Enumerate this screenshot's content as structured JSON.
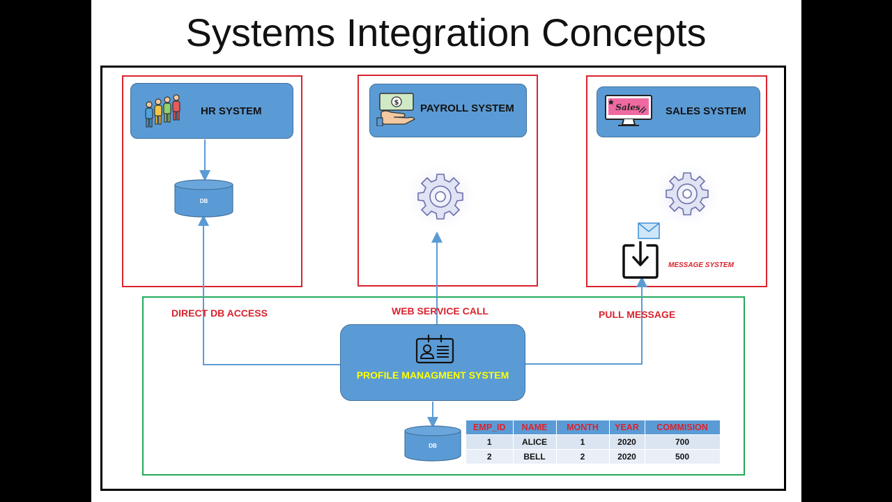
{
  "title": "Systems Integration Concepts",
  "systems": {
    "hr": {
      "label": "HR SYSTEM",
      "icon": "people-group-icon",
      "db_label": "DB"
    },
    "payroll": {
      "label": "PAYROLL SYSTEM",
      "icon": "cash-hand-icon"
    },
    "sales": {
      "label": "SALES SYSTEM",
      "icon": "sales-monitor-icon"
    }
  },
  "message_system_label": "MESSAGE SYSTEM",
  "connections": {
    "direct_db": "DIRECT DB ACCESS",
    "web_service": "WEB SERVICE CALL",
    "pull_message": "PULL MESSAGE"
  },
  "profile_system": {
    "label": "PROFILE MANAGMENT SYSTEM",
    "icon": "id-card-icon",
    "db_label": "DB"
  },
  "table": {
    "headers": [
      "EMP_ID",
      "NAME",
      "MONTH",
      "YEAR",
      "COMMISION"
    ],
    "rows": [
      [
        "1",
        "ALICE",
        "1",
        "2020",
        "700"
      ],
      [
        "2",
        "BELL",
        "2",
        "2020",
        "500"
      ]
    ]
  },
  "colors": {
    "box_blue": "#5b9bd5",
    "accent_red": "#d9232d",
    "accent_green": "#22a85a",
    "label_yellow": "#ffff00"
  }
}
